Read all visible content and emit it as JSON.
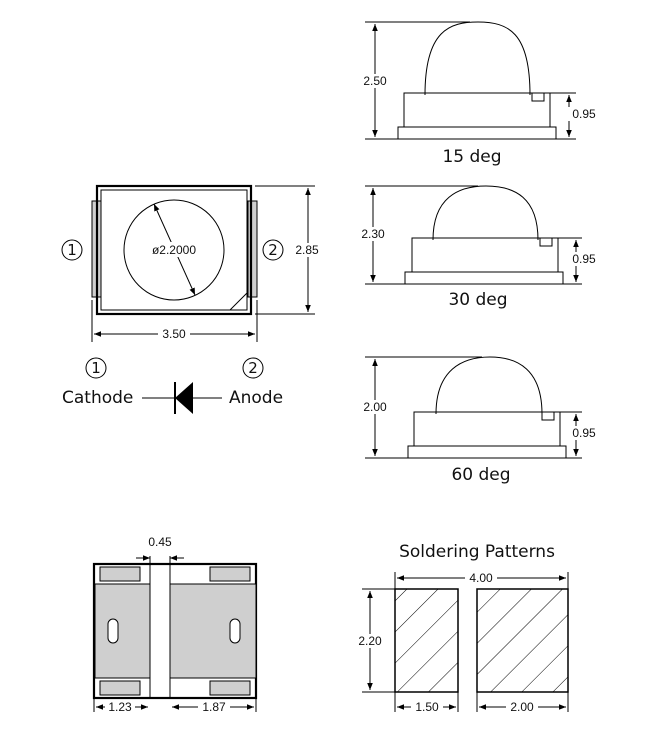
{
  "top_view": {
    "diameter_label": "ø2.2000",
    "width_label": "3.50",
    "height_label": "2.85",
    "pin1_marker": "1",
    "pin2_marker": "2"
  },
  "polarity": {
    "pin1_marker": "1",
    "pin2_marker": "2",
    "cathode_label": "Cathode",
    "anode_label": "Anode"
  },
  "side_views": [
    {
      "caption": "15 deg",
      "total_height_label": "2.50",
      "body_height_label": "0.95"
    },
    {
      "caption": "30 deg",
      "total_height_label": "2.30",
      "body_height_label": "0.95"
    },
    {
      "caption": "60 deg",
      "total_height_label": "2.00",
      "body_height_label": "0.95"
    }
  ],
  "bottom_view": {
    "gap_label": "0.45",
    "left_pad_label": "1.23",
    "right_pad_label": "1.87"
  },
  "soldering": {
    "title": "Soldering Patterns",
    "total_width_label": "4.00",
    "height_label": "2.20",
    "left_width_label": "1.50",
    "right_width_label": "2.00"
  }
}
